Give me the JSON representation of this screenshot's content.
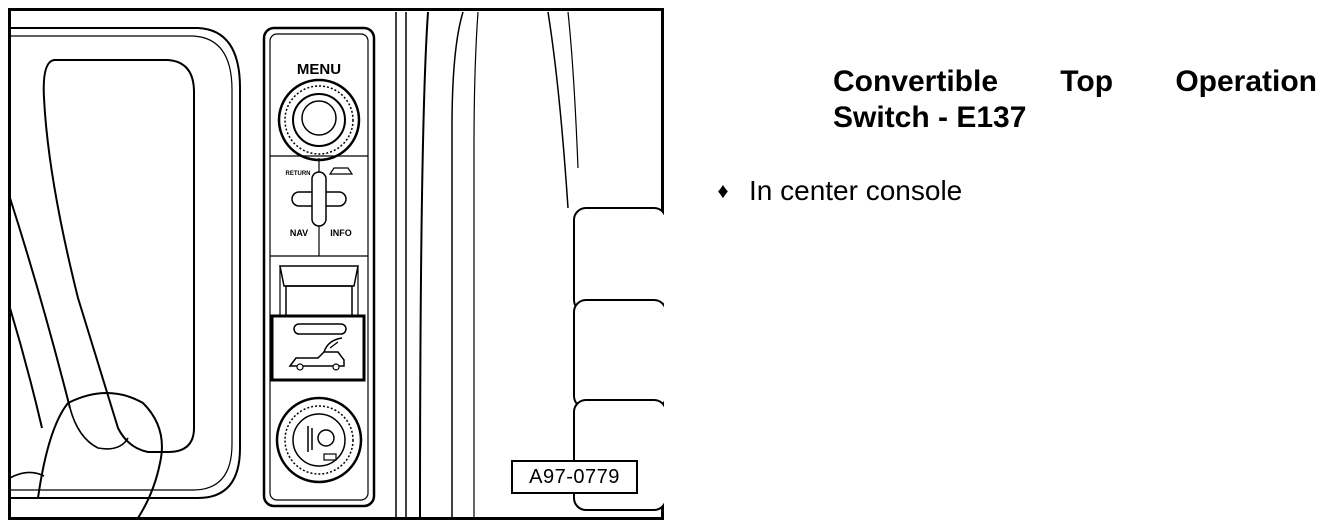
{
  "figure": {
    "reference_code": "A97-0779",
    "panel_labels": {
      "menu": "MENU",
      "return": "RETURN",
      "nav": "NAV",
      "info": "INFO"
    }
  },
  "text": {
    "heading_words": [
      "Convertible",
      "Top",
      "Operation"
    ],
    "heading_line2": "Switch - E137",
    "bullet_symbol": "♦",
    "bullet_text": "In center console"
  }
}
